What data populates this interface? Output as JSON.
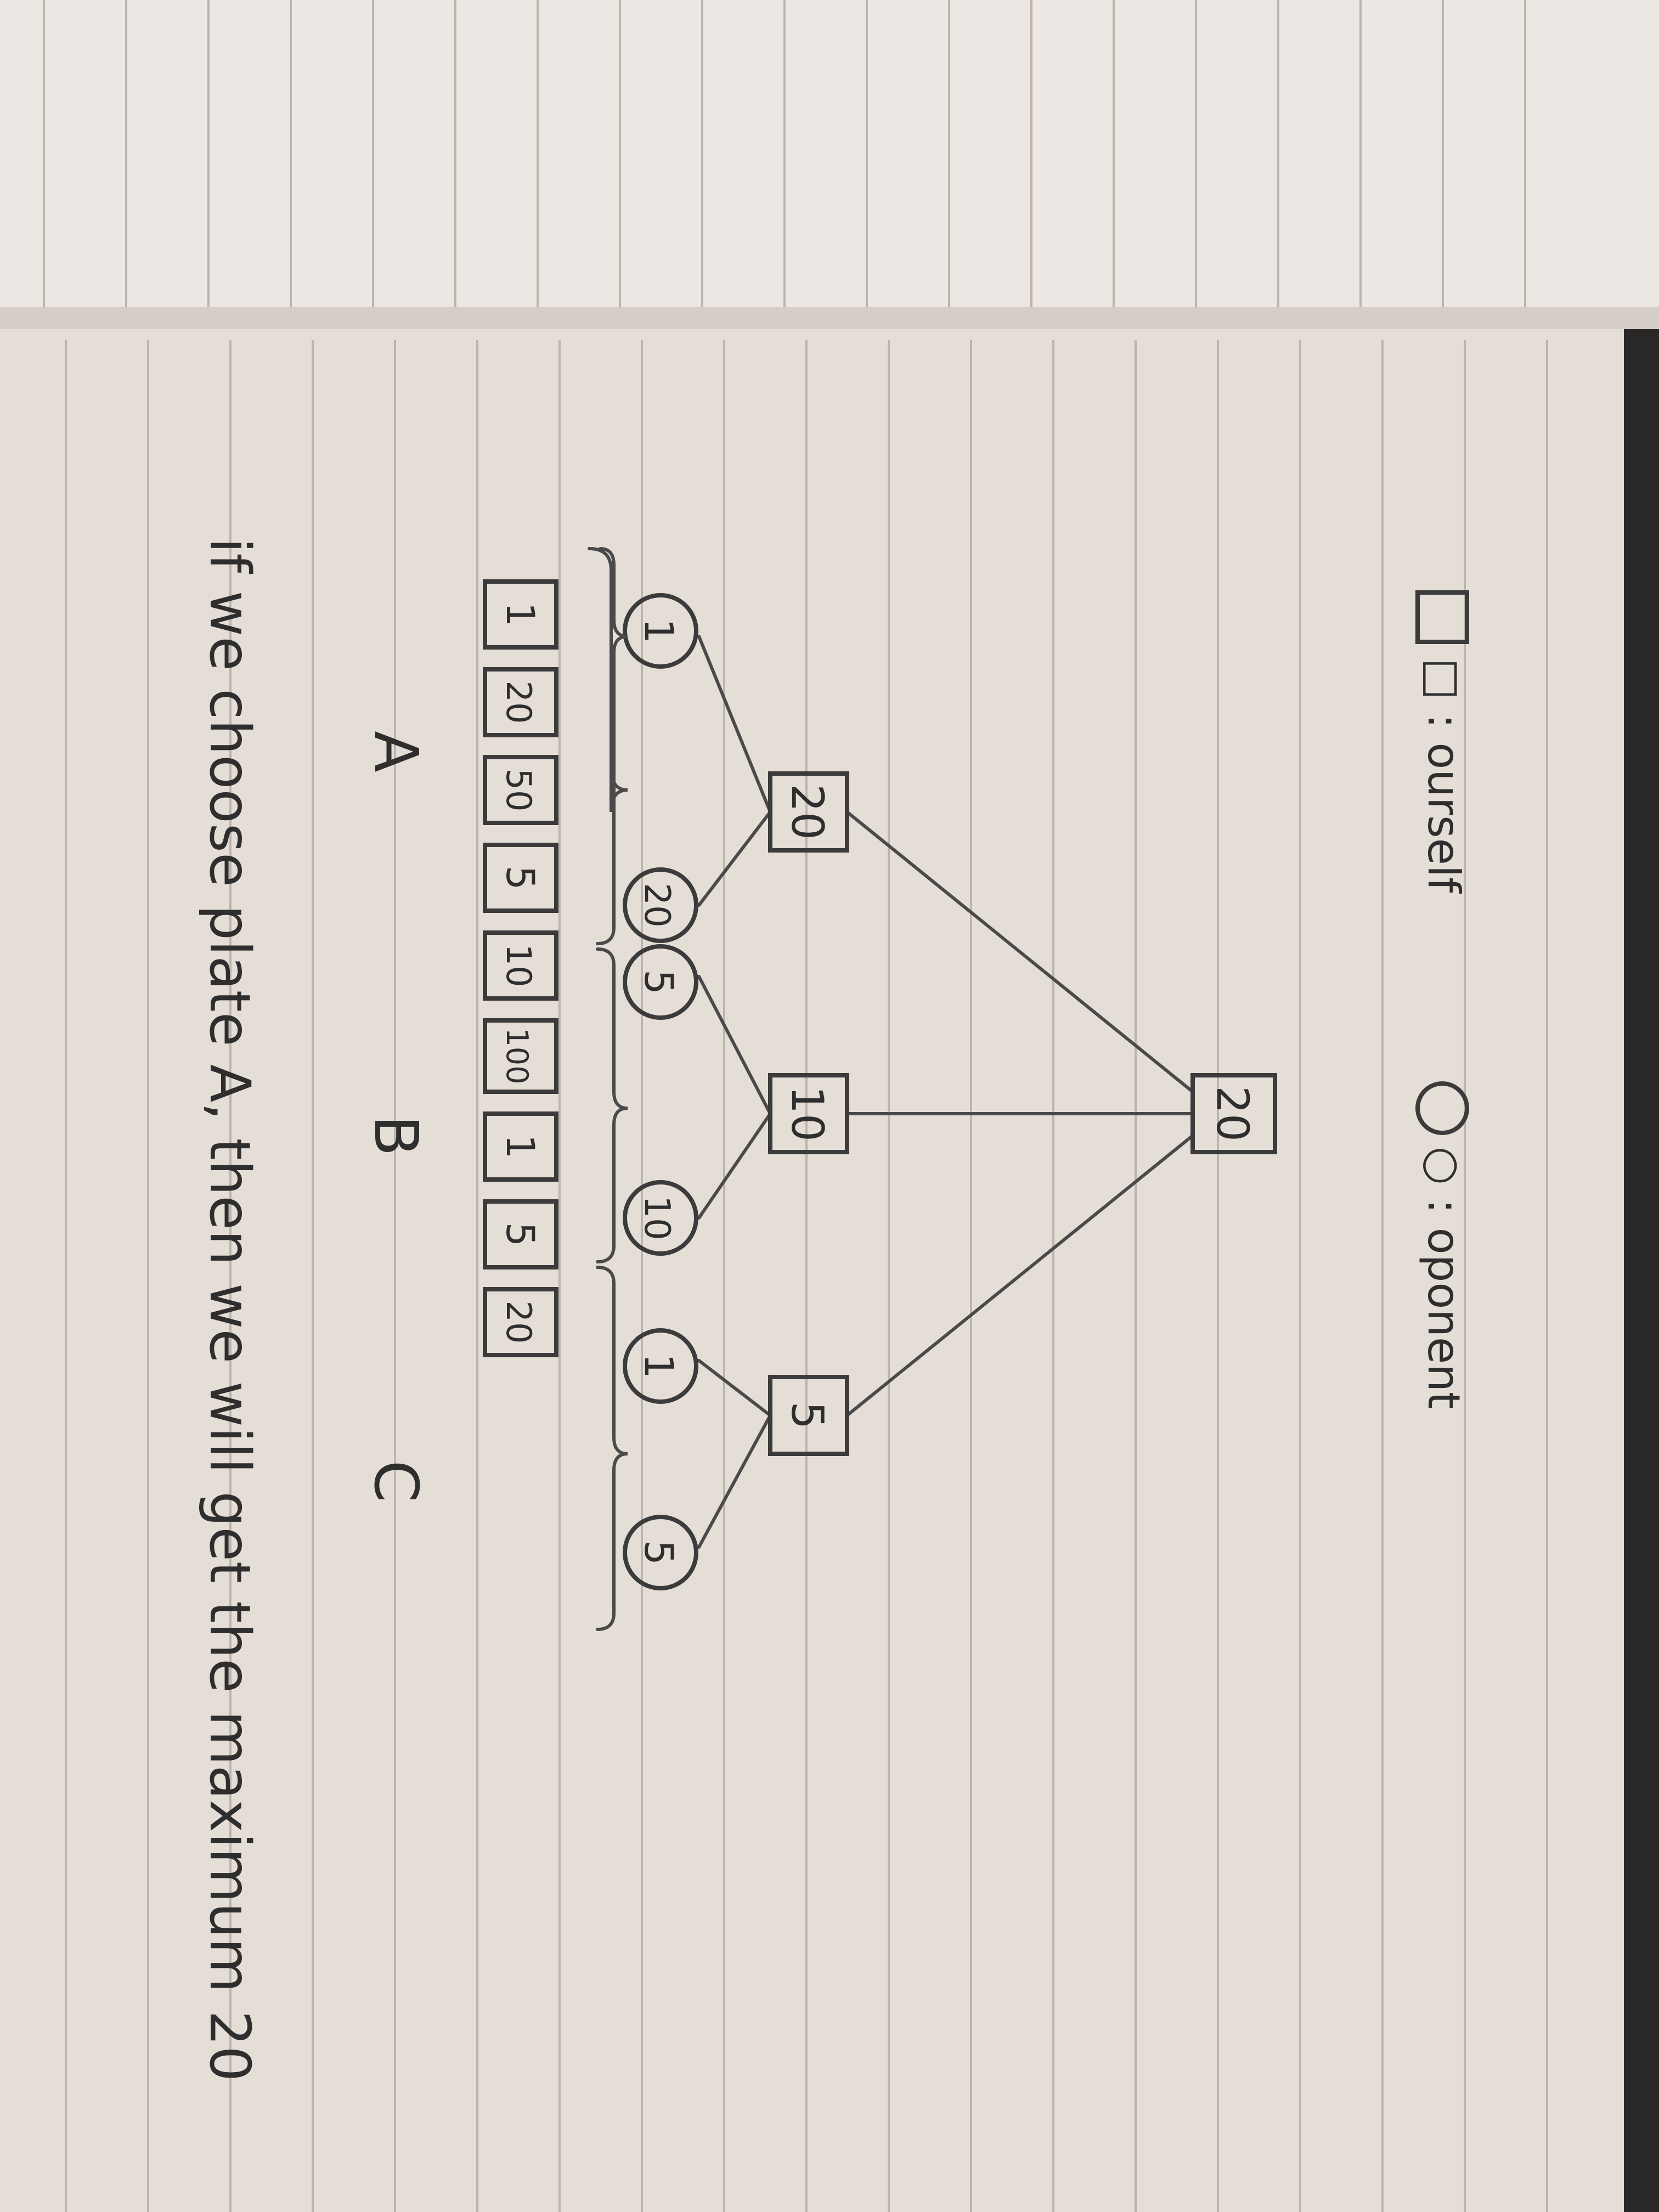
{
  "legend": {
    "square_label": "□ : ourself",
    "circle_label": "○ : oponent"
  },
  "tree": {
    "root": "20",
    "level1": [
      "20",
      "10",
      "5"
    ],
    "level2": [
      "1",
      "20",
      "5",
      "10",
      "1",
      "5"
    ]
  },
  "plates": {
    "A": [
      "1",
      "20",
      "50"
    ],
    "B": [
      "5",
      "10",
      "100"
    ],
    "C": [
      "1",
      "5",
      "20"
    ]
  },
  "plate_labels": [
    "A",
    "B",
    "C"
  ],
  "conclusion": "if we choose plate A, then we will get the maximum 20"
}
